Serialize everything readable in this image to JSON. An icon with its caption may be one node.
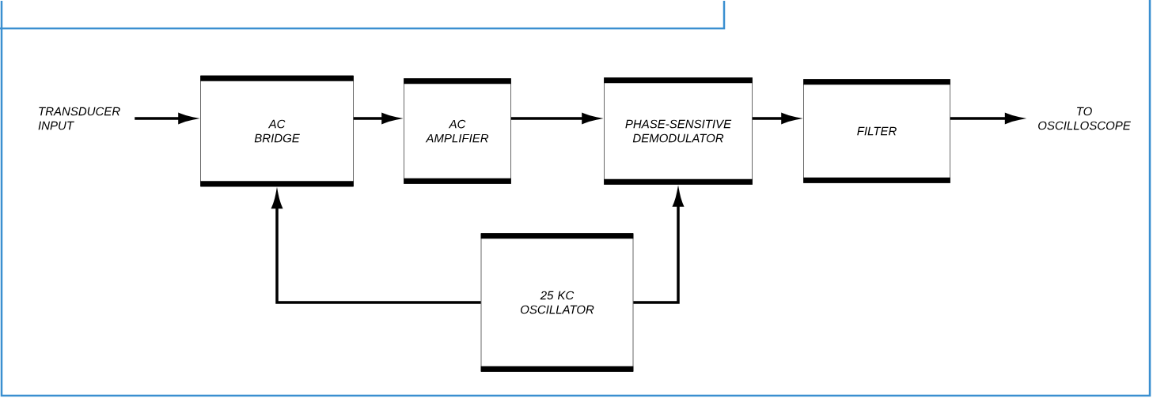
{
  "diagram": {
    "nodes": [
      {
        "text": [
          "TRANSDUCER INPUT"
        ]
      },
      {
        "text": [
          "AC BRIDGE"
        ]
      },
      {
        "text": [
          "AC AMPLIFIER"
        ]
      },
      {
        "text": [
          "PHASE-SENSITIVE DEMODULATOR"
        ]
      },
      {
        "text": [
          "FILTER"
        ]
      },
      {
        "text": [
          "TO OSCILLOSCOPE"
        ]
      },
      {
        "text": [
          "25 KC OSCILLATOR"
        ]
      }
    ],
    "edges": [
      {
        "from": 0,
        "to": 1,
        "arrow": "to"
      },
      {
        "from": 1,
        "to": 2,
        "arrow": "to"
      },
      {
        "from": 2,
        "to": 3,
        "arrow": "to"
      },
      {
        "from": 3,
        "to": 4,
        "arrow": "to"
      },
      {
        "from": 4,
        "to": 5,
        "arrow": "to"
      },
      {
        "from": 6,
        "to": 1,
        "arrow": "to"
      },
      {
        "from": 6,
        "to": 3,
        "arrow": "to"
      }
    ]
  }
}
